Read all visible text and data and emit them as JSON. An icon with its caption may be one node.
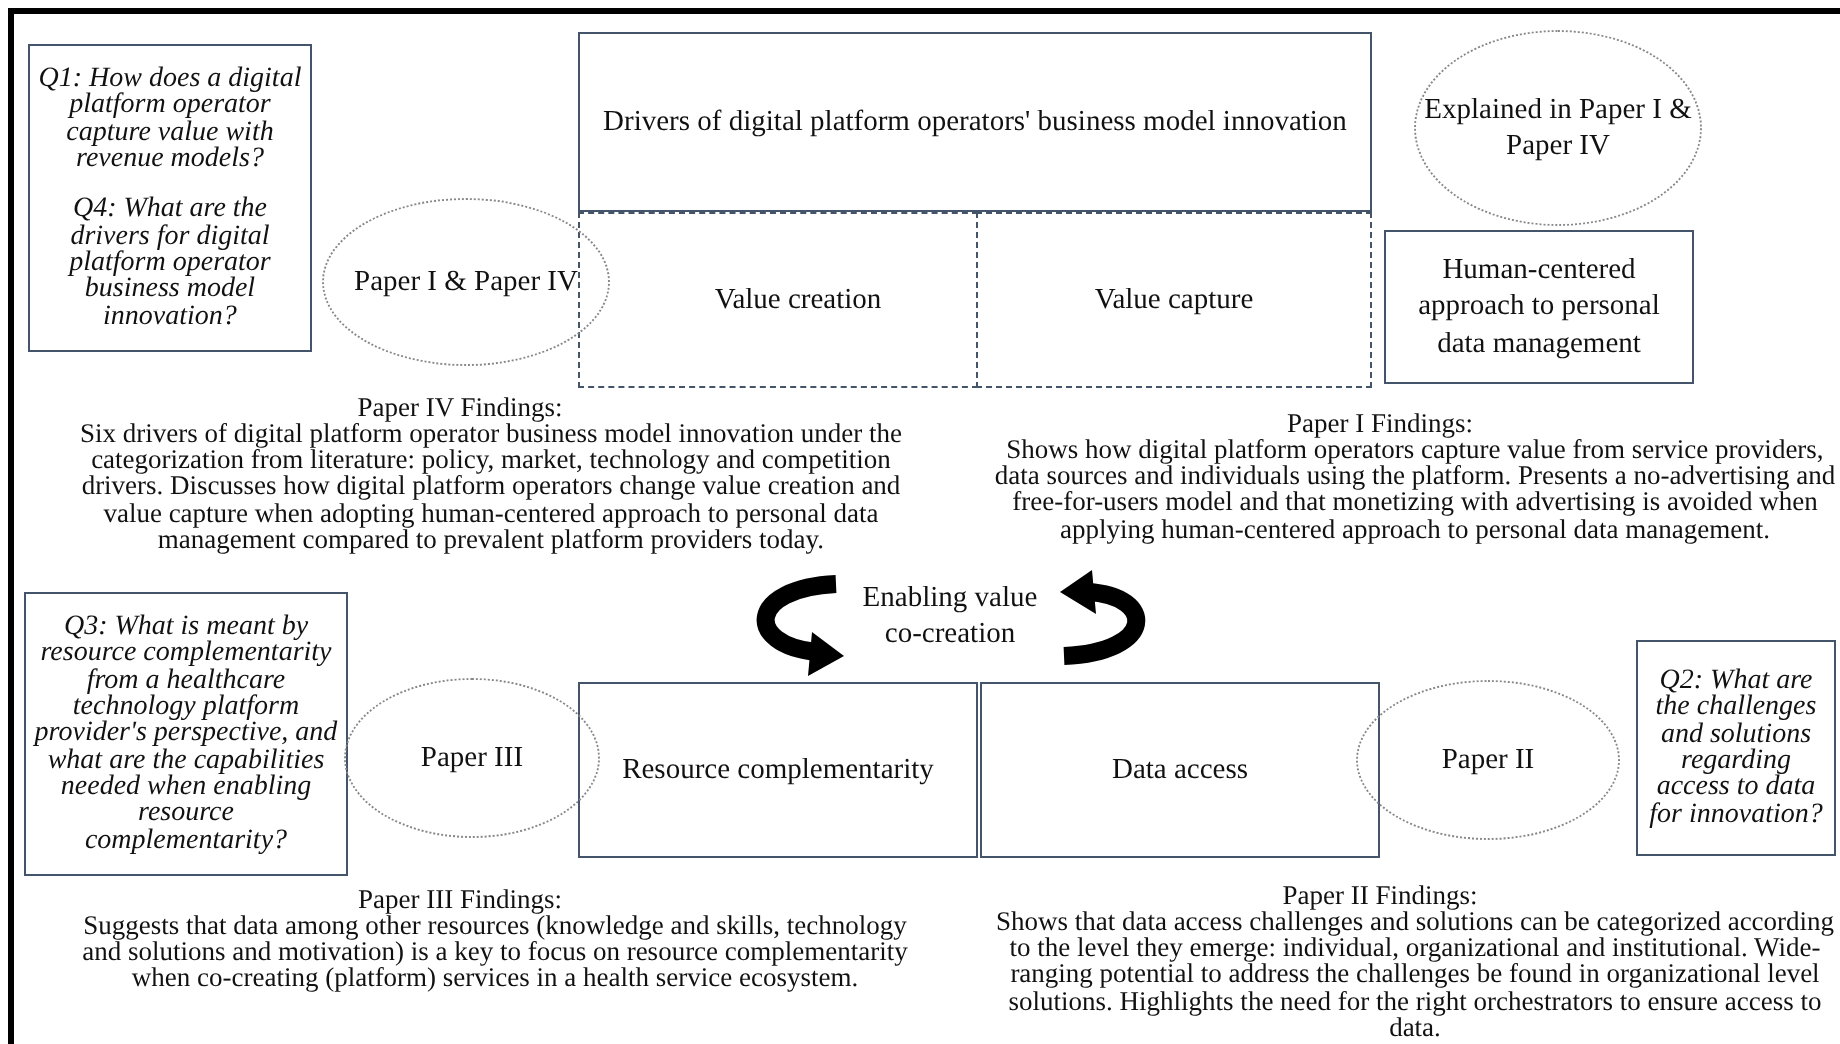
{
  "diagram": {
    "nodes": [
      {
        "text": [
          "Q1: How does a digital platform operator capture value with revenue models?",
          "Q4: What are the drivers for digital platform operator business model innovation?"
        ]
      },
      {
        "text": [
          "Paper I & Paper IV"
        ]
      },
      {
        "text": [
          "Drivers of digital platform operators' business model innovation"
        ]
      },
      {
        "text": [
          "Explained in Paper I & Paper IV"
        ]
      },
      {
        "text": [
          "Value creation"
        ]
      },
      {
        "text": [
          "Value capture"
        ]
      },
      {
        "text": [
          "Human-centered approach to personal data management"
        ]
      },
      {
        "text": [
          "Q3: What is meant by resource complementarity from a healthcare technology platform provider's perspective, and what are the capabilities needed when enabling resource complementarity?"
        ]
      },
      {
        "text": [
          "Paper III"
        ]
      },
      {
        "text": [
          "Resource complementarity"
        ]
      },
      {
        "text": [
          "Data access"
        ]
      },
      {
        "text": [
          "Paper II"
        ]
      },
      {
        "text": [
          "Q2: What are the challenges and solutions regarding access to data for innovation?"
        ]
      }
    ],
    "edges": [],
    "labels": [
      "Paper IV Findings:",
      "Six drivers of digital platform operator business model innovation under the categorization from literature: policy, market, technology and competition drivers. Discusses how digital platform operators change value creation and value capture when adopting human-centered approach to personal data management compared to prevalent platform providers today.",
      "Paper I Findings:",
      "Shows how digital platform operators capture value from service providers, data sources and individuals using the platform. Presents a no-advertising and free-for-users model and that monetizing with advertising is avoided when applying human-centered approach to personal data management.",
      "Enabling value co-creation",
      "Paper III Findings:",
      "Suggests that data among other resources (knowledge and skills, technology and solutions and motivation) is a key to focus on resource complementarity when co-creating (platform) services in a health service ecosystem.",
      "Paper II Findings:",
      "Shows that data access challenges and solutions can be categorized according to the level they emerge: individual, organizational and institutional. Wide-ranging potential to address the challenges be found in organizational level solutions. Highlights the need for the right orchestrators to ensure access to data."
    ]
  }
}
